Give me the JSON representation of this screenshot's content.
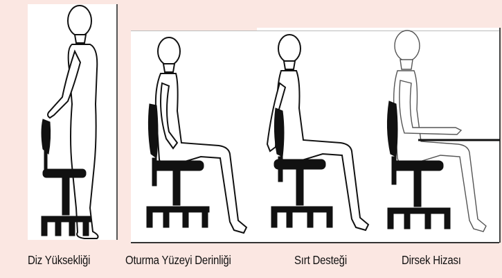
{
  "captions": {
    "knee_height": "Diz Yüksekliği",
    "seat_depth": "Oturma Yüzeyi Derinliği",
    "back_support": "Sırt Desteği",
    "elbow_level": "Dirsek Hizası"
  },
  "colors": {
    "background": "#fbe7e2",
    "panel": "#ffffff",
    "outline": "#111111"
  }
}
